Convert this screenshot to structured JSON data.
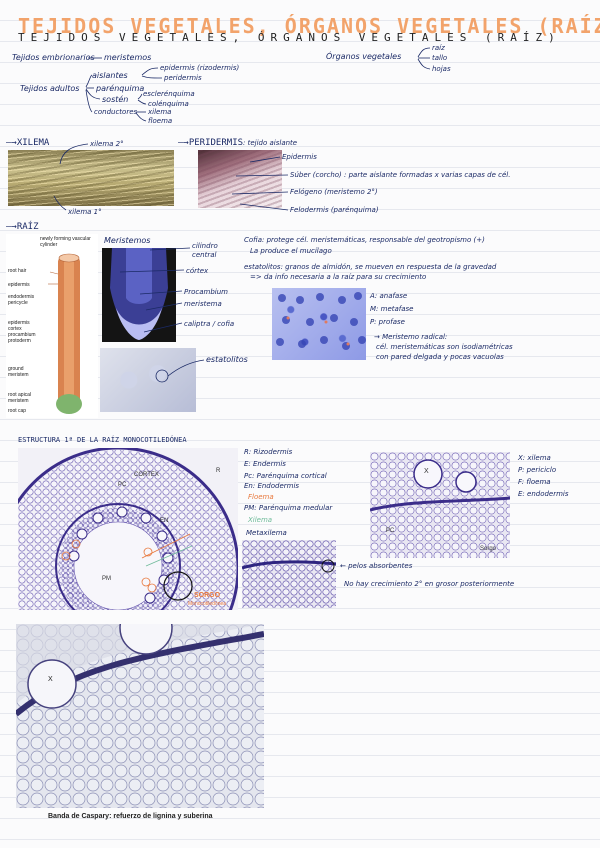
{
  "title": {
    "main": "TEJIDOS VEGETALES, ÓRGANOS VEGETALES (RAÍZ)",
    "sub": "TEJIDOS VEGETALES, ÓRGANOS VEGETALES (RAÍZ)"
  },
  "tejidos": {
    "embrionarios": "Tejidos embrionarios",
    "meristemos": "meristemos",
    "adultos": "Tejidos adultos",
    "aislantes": "aislantes",
    "epidermis": "epidermis (rizodermis)",
    "peridermis": "peridermis",
    "parenquima": "parénquima",
    "sosten": "sostén",
    "esclerenquima": "esclerénquima",
    "colenquima": "colénquima",
    "conductores": "conductores",
    "xilema": "xilema",
    "floema": "floema"
  },
  "organos": {
    "label": "Órganos vegetales",
    "items": [
      "raíz",
      "tallo",
      "hojas"
    ]
  },
  "xilema_section": {
    "heading": "XILEMA",
    "x2": "xilema 2°",
    "x1": "xilema 1°"
  },
  "peridermis_section": {
    "heading": "PERIDERMIS",
    "desc": ": tejido aislante",
    "epidermis": "Epidermis",
    "suber": "Súber (corcho) : parte aislante formadas x varias capas de cél.",
    "felogeno": "Felógeno (meristemo 2°)",
    "felodermis": "Felodermis (parénquima)"
  },
  "raiz_section": {
    "heading": "RAÍZ",
    "diagram_labels": [
      "newly forming vascular cylinder",
      "root hair",
      "epidermis",
      "endodermis",
      "pericycle",
      "epidermis",
      "cortex",
      "procambium",
      "protoderm",
      "ground meristem",
      "root apical meristem",
      "root cap"
    ],
    "meristemos": "Meristemos",
    "cilindro": "cilindro central",
    "cortex": "córtex",
    "procambium": "Procambium",
    "meristema": "meristema",
    "caliptra": "caliptra / cofia",
    "estatolitos": "estatolitos",
    "cofia_note_1": "Cofia: protege cél. meristemáticas, responsable del geotropismo (+)",
    "cofia_note_2": "La produce el mucílago",
    "estatolitos_note_1": "estatolitos: granos de almidón, se mueven en respuesta de la gravedad",
    "estatolitos_note_2": "=> da info necesaria a la raíz para su crecimiento",
    "phase_a": "A: anafase",
    "phase_m": "M: metafase",
    "phase_p": "P: profase",
    "radical_1": "Meristemo radical:",
    "radical_2": "cél. meristemáticas son isodiamétricas",
    "radical_3": "con pared delgada y pocas vacuolas"
  },
  "mono_section": {
    "heading": "ESTRUCTURA 1ª DE LA RAÍZ MONOCOTILEDÓNEA",
    "img_cortex": "CORTEX",
    "img_pc": "PC",
    "img_en": "EN",
    "img_pm": "PM",
    "img_r": "R",
    "img_sorgo": "SORGO",
    "img_sorgo_sub": "Monocotiledónea",
    "legend": [
      "R: Rizodermis",
      "E: Endermis",
      "Pc: Parénquima cortical",
      "En: Endodermis"
    ],
    "floema": "Floema",
    "pm": "PM: Parénquima medular",
    "xilema": "Xilema",
    "metaxilema": "Metaxilema",
    "pelos": "pelos absorbentes",
    "no_crec": "No hay crecimiento 2° en grosor posteriormente"
  },
  "sorgo_section": {
    "img_x": "X",
    "img_pc": "PC",
    "img_sorgo": "Sorgo",
    "legend": [
      "X: xilema",
      "P: periciclo",
      "F: floema",
      "E: endodermis"
    ]
  },
  "caspary": {
    "img_x": "X",
    "caption": "Banda de Caspary: refuerzo de lignina y suberina"
  }
}
